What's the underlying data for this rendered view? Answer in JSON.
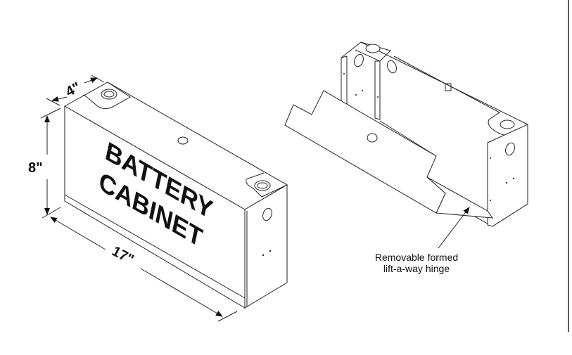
{
  "dimensions": {
    "depth": "4\"",
    "height": "8\"",
    "length": "17\""
  },
  "cabinet_label": {
    "line1": "BATTERY",
    "line2": "CABINET"
  },
  "callout": {
    "line1": "Removable formed",
    "line2": "lift-a-way hinge"
  }
}
